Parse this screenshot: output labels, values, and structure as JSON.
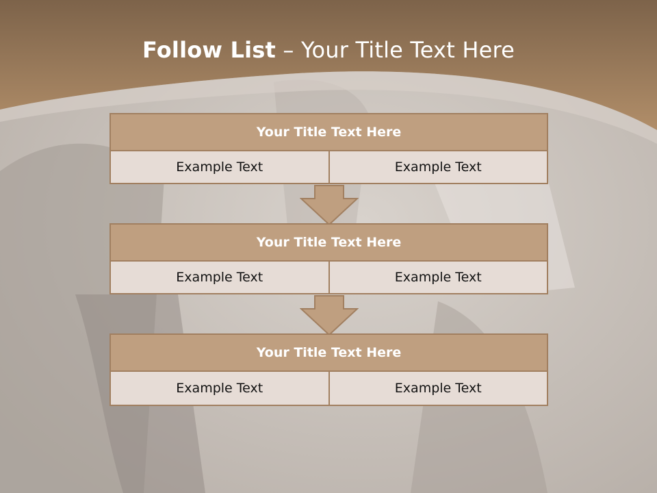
{
  "title": {
    "strong": "Follow List",
    "rest": " – Your Title Text Here"
  },
  "steps": [
    {
      "title": "Your Title Text Here",
      "left": "Example Text",
      "right": "Example Text"
    },
    {
      "title": "Your Title Text Here",
      "left": "Example Text",
      "right": "Example Text"
    },
    {
      "title": "Your Title Text Here",
      "left": "Example Text",
      "right": "Example Text"
    }
  ],
  "colors": {
    "header": "#8a6d50",
    "box_title": "#bf9f80",
    "box_border": "#a17f60",
    "cell": "#e6dcd6"
  }
}
